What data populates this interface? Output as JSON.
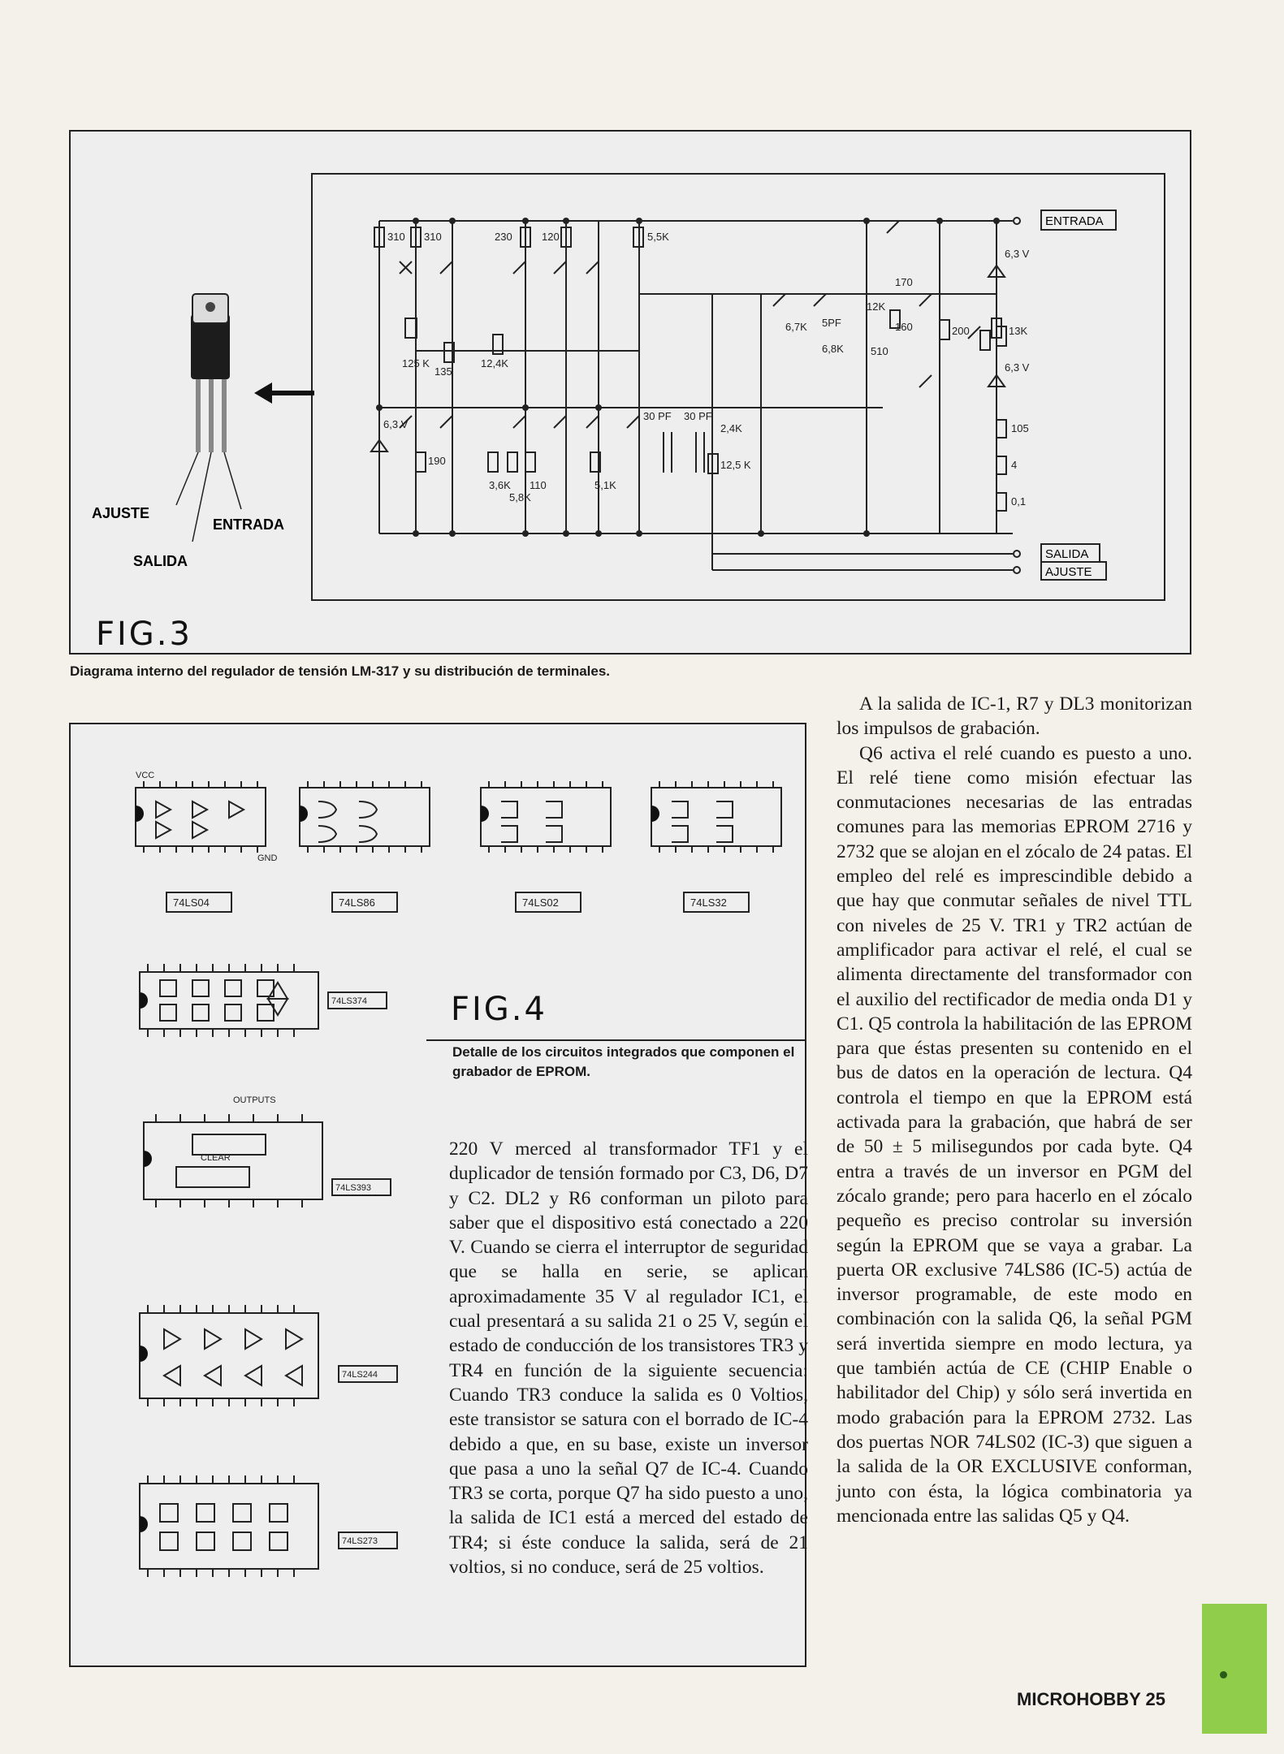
{
  "fig3": {
    "label": "FIG.3",
    "caption": "Diagrama interno del regulador de tensión LM-317 y su distribución de terminales.",
    "terminals": {
      "ajuste": "AJUSTE",
      "salida": "SALIDA",
      "entrada": "ENTRADA"
    },
    "boxes": {
      "entrada": "ENTRADA",
      "salida": "SALIDA",
      "ajuste": "AJUSTE"
    },
    "components": [
      "310",
      "310",
      "230",
      "120",
      "5,5K",
      "125 K",
      "135",
      "12,4K",
      "6,3 V",
      "190",
      "3,6K",
      "5,8K",
      "110",
      "5,1K",
      "30 PF",
      "30 PF",
      "2,4K",
      "12,5 K",
      "6,7K",
      "5PF",
      "12K",
      "6,8K",
      "510",
      "170",
      "160",
      "200",
      "6,3 V",
      "13K",
      "6,3 V",
      "105",
      "4",
      "0,1"
    ]
  },
  "fig4": {
    "label": "FIG.4",
    "caption": "Detalle de los circuitos integrados que componen el grabador de EPROM.",
    "chips": [
      "74LS04",
      "74LS86",
      "74LS02",
      "74LS32",
      "74LS374",
      "74LS393",
      "74LS244",
      "74LS273"
    ],
    "pin_labels": {
      "vcc": "VCC",
      "gnd": "GND",
      "outputs": "OUTPUTS",
      "clear": "CLEAR"
    }
  },
  "col_left": {
    "p1": "220 V merced al transformador TF1 y el duplicador de tensión formado por C3, D6, D7 y C2. DL2 y R6 conforman un piloto para saber que el dispositivo está conectado a 220 V. Cuando se cierra el interruptor de seguridad que se halla en serie, se aplican aproximadamente 35 V al regulador IC1, el cual presentará a su salida 21 o 25 V, según el estado de conducción de los transistores TR3 y TR4 en función de la siguiente secuencia: Cuando TR3 conduce la salida es 0 Voltios, este transistor se satura con el borrado de IC-4 debido a que, en su base, existe un inversor que pasa a uno la señal Q7 de IC-4. Cuando TR3 se corta, porque Q7 ha sido puesto a uno, la salida de IC1 está a merced del estado de TR4; si éste conduce la salida, será de 21 voltios, si no conduce, será de 25 voltios."
  },
  "col_right": {
    "p1": "A la salida de IC-1, R7 y DL3 monitorizan los impulsos de grabación.",
    "p2": "Q6 activa el relé cuando es puesto a uno. El relé tiene como misión efectuar las conmutaciones necesarias de las entradas comunes para las memorias EPROM 2716 y 2732 que se alojan en el zócalo de 24 patas. El empleo del relé es imprescindible debido a que hay que conmutar señales de nivel TTL con niveles de 25 V. TR1 y TR2 actúan de amplificador para activar el relé, el cual se alimenta directamente del transformador con el auxilio del rectificador de media onda D1 y C1. Q5 controla la habilitación de las EPROM para que éstas presenten su contenido en el bus de datos en la operación de lectura. Q4 controla el tiempo en que la EPROM está activada para la grabación, que habrá de ser de 50 ± 5 milisegundos por cada byte. Q4 entra a través de un inversor en PGM del zócalo grande; pero para hacerlo en el zócalo pequeño es preciso controlar su inversión según la EPROM que se vaya a grabar. La puerta OR exclusive 74LS86 (IC-5) actúa de inversor programable, de este modo en combinación con la salida Q6, la señal PGM será invertida siempre en modo lectura, ya que también actúa de CE (CHIP Enable o habilitador del Chip) y sólo será invertida en modo grabación para la EPROM 2732. Las dos puertas NOR 74LS02 (IC-3) que siguen a la salida de la OR EXCLUSIVE conforman, junto con ésta, la lógica combinatoria ya mencionada entre las salidas Q5 y Q4."
  },
  "footer": {
    "magazine": "MICROHOBBY",
    "page": "25"
  }
}
